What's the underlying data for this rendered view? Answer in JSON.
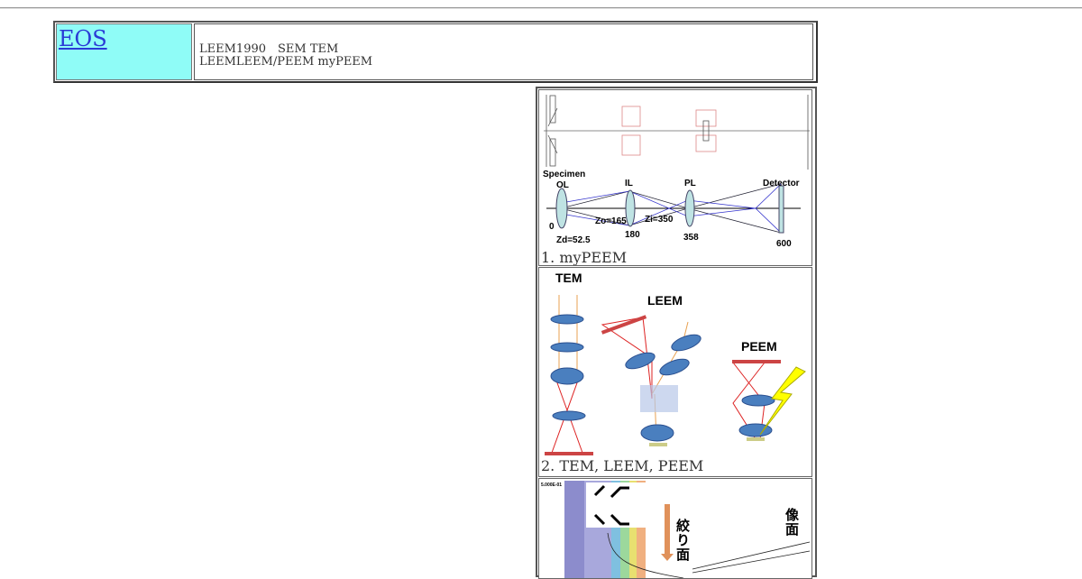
{
  "header": {
    "logo_link": "EOS",
    "line1": "LEEM1990　SEM TEM",
    "line2": "LEEMLEEM/PEEM myPEEM"
  },
  "figures": [
    {
      "caption": "1. myPEEM",
      "labels": {
        "specimen": "Specimen",
        "ol": "OL",
        "il": "IL",
        "pl": "PL",
        "detector": "Detector",
        "z0": "0",
        "zd": "Zd=52.5",
        "zo": "Zo=165",
        "zi": "Zi=350",
        "p180": "180",
        "p358": "358",
        "p600": "600"
      }
    },
    {
      "caption": "2. TEM, LEEM, PEEM",
      "labels": {
        "tem": "TEM",
        "leem": "LEEM",
        "peem": "PEEM"
      }
    },
    {
      "caption": "",
      "labels": {
        "aperture": "絞り面",
        "image_plane": "像面",
        "scale": "5.000E-01"
      }
    }
  ],
  "colors": {
    "logo_bg": "#8ffcf7",
    "link": "#2a3bd6"
  }
}
